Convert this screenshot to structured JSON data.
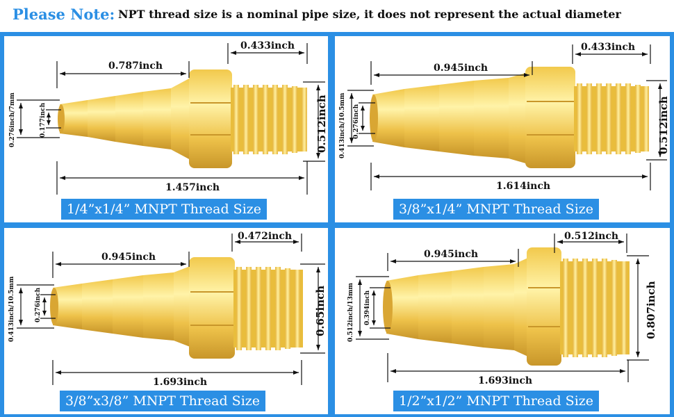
{
  "header": {
    "note_label": "Please Note:",
    "note_text": "NPT thread size is a nominal pipe size, it does not represent the actual diameter"
  },
  "colors": {
    "accent": "#2b8fe4",
    "brass_light": "#f6dc6c",
    "brass_mid": "#e9bd3c",
    "brass_dark": "#c8962a"
  },
  "panels": [
    {
      "caption": "1/4”x1/4” MNPT Thread Size",
      "barb_length": "0.787inch",
      "thread_length": "0.433inch",
      "total_length": "1.457inch",
      "thread_diameter": "0.512inch",
      "outer_barb": "0.276inch/7mm",
      "inner_barb": "0.177inch"
    },
    {
      "caption": "3/8”x1/4” MNPT Thread Size",
      "barb_length": "0.945inch",
      "thread_length": "0.433inch",
      "total_length": "1.614inch",
      "thread_diameter": "0.512inch",
      "outer_barb": "0.413inch/10.5mm",
      "inner_barb": "0.276inch"
    },
    {
      "caption": "3/8”x3/8” MNPT Thread Size",
      "barb_length": "0.945inch",
      "thread_length": "0.472inch",
      "total_length": "1.693inch",
      "thread_diameter": "0.65inch",
      "outer_barb": "0.413inch/10.5mm",
      "inner_barb": "0.276inch"
    },
    {
      "caption": "1/2”x1/2” MNPT Thread Size",
      "barb_length": "0.945inch",
      "thread_length": "0.512inch",
      "total_length": "1.693inch",
      "thread_diameter": "0.807inch",
      "outer_barb": "0.512inch/13mm",
      "inner_barb": "0.394inch"
    }
  ]
}
